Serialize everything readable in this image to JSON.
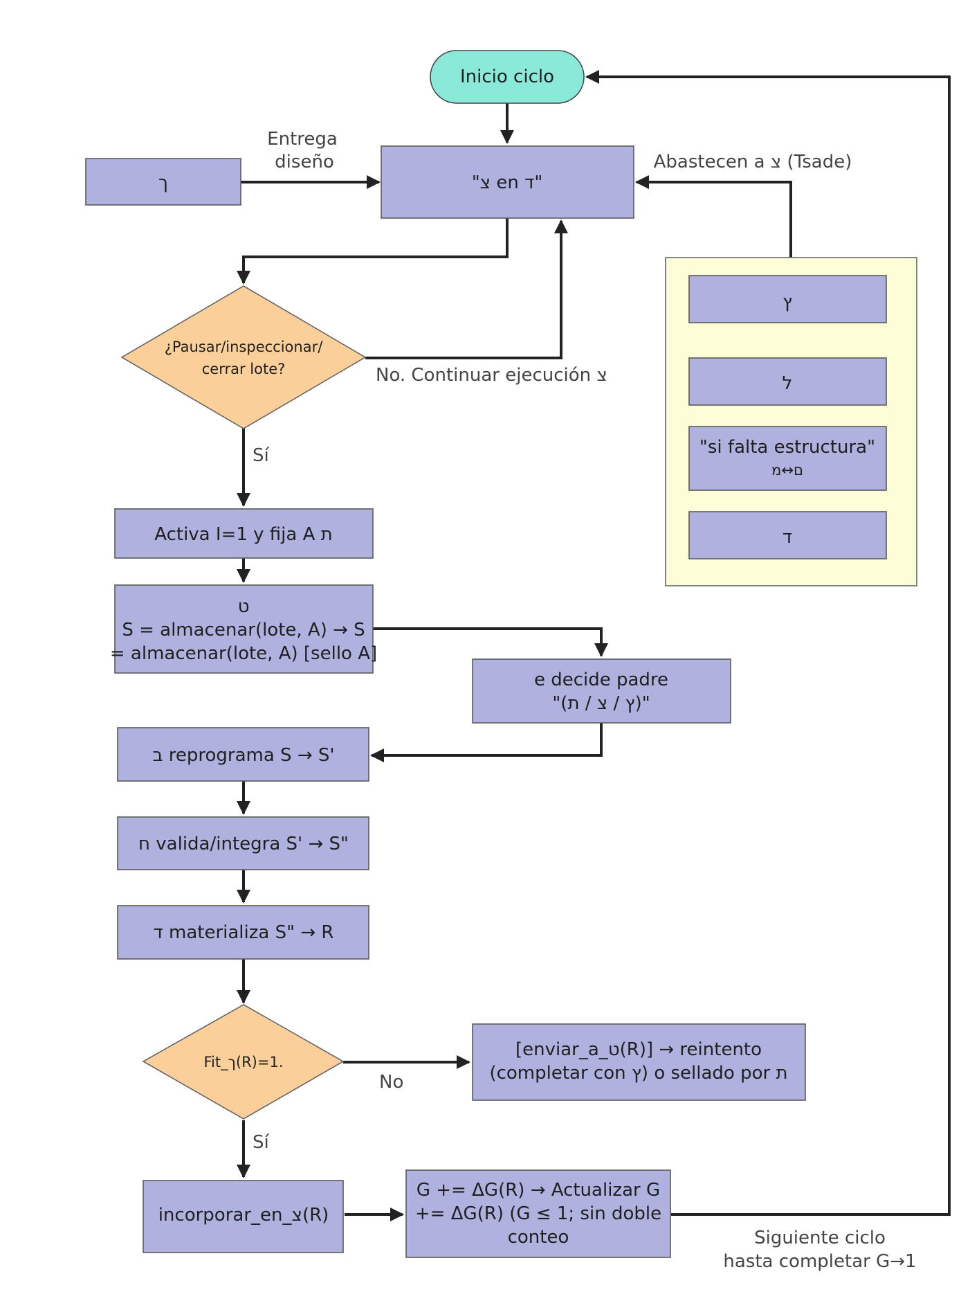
{
  "nodes": {
    "start": "Inicio ciclo",
    "resh": "ך",
    "center": "\"צ en ד\"",
    "decision1": [
      "¿Pausar/inspeccionar/",
      "cerrar lote?"
    ],
    "panel_items": [
      "ץ",
      "ל",
      "\"si falta estructura\"",
      "ם↔מ",
      "ד"
    ],
    "activa": "Activa I=1 y fija A ת",
    "tet": [
      "ט",
      "S = almacenar(lote, A) → S",
      "= almacenar(lote, A) [sello A]"
    ],
    "decide_padre": [
      "e decide padre",
      "\"(ץ / צ / ת)\""
    ],
    "reprograma": "ב reprograma S → S'",
    "valida": "ח valida/integra S' → S\"",
    "materializa": "ד materializa S\" → R",
    "fit": "Fit_ך(R)=1.",
    "enviar": [
      "[enviar_a_ט(R)]  → reintento",
      "(completar con ץ) o sellado por ת"
    ],
    "incorporar": "incorporar_en_צ(R)",
    "actualizar": [
      "G += ΔG(R) → Actualizar G",
      "+= ΔG(R) (G ≤ 1; sin doble",
      "conteo"
    ]
  },
  "edge_labels": {
    "entrega": [
      "Entrega",
      "diseño"
    ],
    "abastecen": "Abastecen a צ (Tsade)",
    "no_continuar": "No. Continuar ejecución צ",
    "si_1": "Sí",
    "no_2": "No",
    "si_2": "Sí",
    "siguiente": [
      "Siguiente ciclo",
      "hasta completar G→1"
    ]
  },
  "colors": {
    "process": "#afb1df",
    "terminal": "#8ae9d9",
    "decision": "#fbcf9a",
    "panel": "#fdfdd7"
  }
}
